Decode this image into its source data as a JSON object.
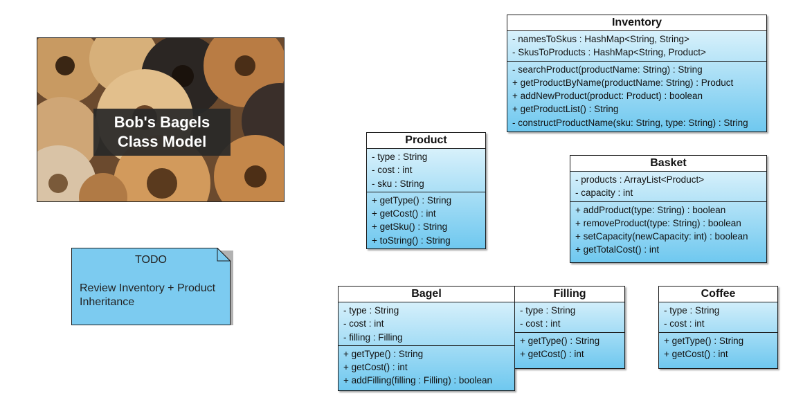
{
  "title_card": {
    "line1": "Bob's Bagels",
    "line2": "Class Model"
  },
  "note": {
    "title": "TODO",
    "line1": "Review Inventory + Product",
    "line2": "Inheritance"
  },
  "classes": {
    "inventory": {
      "name": "Inventory",
      "attributes": [
        "- namesToSkus : HashMap<String, String>",
        "- SkusToProducts : HashMap<String, Product>"
      ],
      "methods": [
        "- searchProduct(productName: String) : String",
        "+ getProductByName(productName: String) : Product",
        "+ addNewProduct(product: Product) : boolean",
        "+ getProductList() : String",
        "- constructProductName(sku: String, type: String) : String"
      ]
    },
    "product": {
      "name": "Product",
      "attributes": [
        "- type : String",
        "- cost : int",
        "- sku : String"
      ],
      "methods": [
        "+ getType() : String",
        "+ getCost() : int",
        "+ getSku() : String",
        "+ toString() : String"
      ]
    },
    "basket": {
      "name": "Basket",
      "attributes": [
        "- products : ArrayList<Product>",
        "- capacity : int"
      ],
      "methods": [
        "+ addProduct(type: String) : boolean",
        "+ removeProduct(type: String) : boolean",
        "+ setCapacity(newCapacity: int) : boolean",
        "+ getTotalCost() : int"
      ]
    },
    "bagel": {
      "name": "Bagel",
      "attributes": [
        "- type : String",
        "- cost : int",
        "- filling : Filling"
      ],
      "methods": [
        "+ getType() : String",
        "+ getCost() : int",
        "+ addFilling(filling : Filling) : boolean"
      ]
    },
    "filling": {
      "name": "Filling",
      "attributes": [
        "- type : String",
        "- cost : int"
      ],
      "methods": [
        "+ getType() : String",
        "+ getCost() : int"
      ]
    },
    "coffee": {
      "name": "Coffee",
      "attributes": [
        "- type : String",
        "- cost : int"
      ],
      "methods": [
        "+ getType() : String",
        "+ getCost() : int"
      ]
    }
  }
}
